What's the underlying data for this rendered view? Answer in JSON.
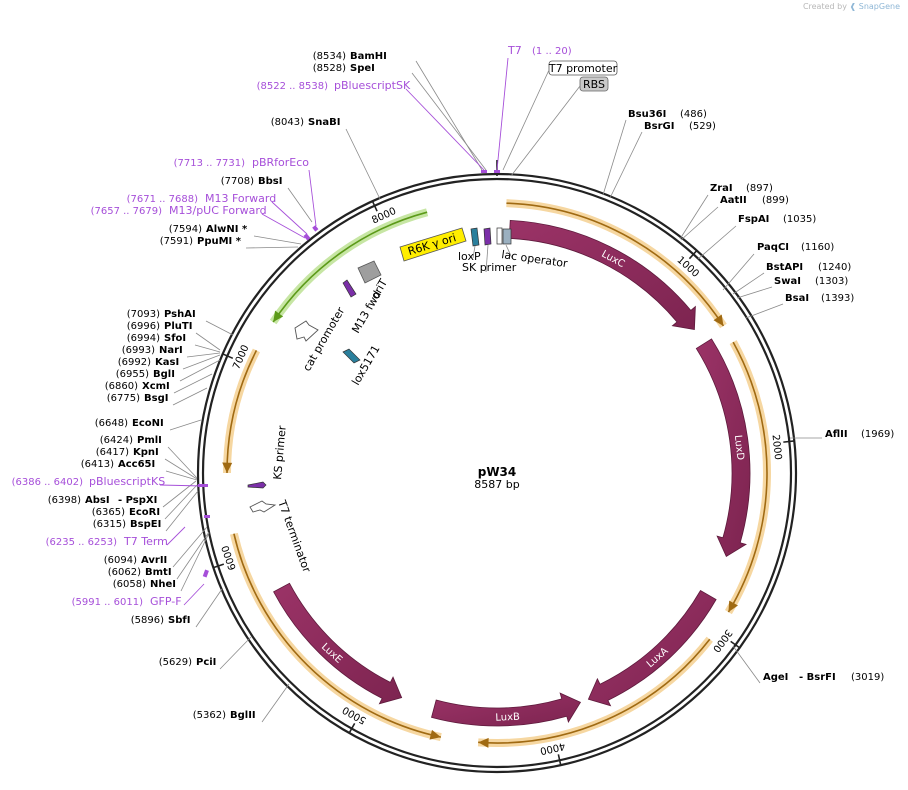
{
  "watermark": {
    "prefix": "Created by",
    "brand": "SnapGene"
  },
  "plasmid": {
    "name": "pW34",
    "size_label": "8587 bp",
    "length_bp": 8587
  },
  "ticks": [
    "1000",
    "2000",
    "3000",
    "4000",
    "5000",
    "6000",
    "7000",
    "8000"
  ],
  "restriction_sites": [
    {
      "num": "(8534)",
      "name": "BamHI"
    },
    {
      "num": "(8528)",
      "name": "SpeI"
    },
    {
      "num": "(8043)",
      "name": "SnaBI"
    },
    {
      "num": "(7708)",
      "name": "BbsI"
    },
    {
      "num": "(7594)",
      "name": "AlwNI *"
    },
    {
      "num": "(7591)",
      "name": "PpuMI *"
    },
    {
      "num": "(7093)",
      "name": "PshAI"
    },
    {
      "num": "(6996)",
      "name": "PluTI"
    },
    {
      "num": "(6994)",
      "name": "SfoI"
    },
    {
      "num": "(6993)",
      "name": "NarI"
    },
    {
      "num": "(6992)",
      "name": "KasI"
    },
    {
      "num": "(6955)",
      "name": "BglI"
    },
    {
      "num": "(6860)",
      "name": "XcmI"
    },
    {
      "num": "(6775)",
      "name": "BsgI"
    },
    {
      "num": "(6648)",
      "name": "EcoNI"
    },
    {
      "num": "(6424)",
      "name": "PmlI"
    },
    {
      "num": "(6417)",
      "name": "KpnI"
    },
    {
      "num": "(6413)",
      "name": "Acc65I"
    },
    {
      "num": "(6398)",
      "name": "AbsI",
      "name2": "- PspXI"
    },
    {
      "num": "(6365)",
      "name": "EcoRI"
    },
    {
      "num": "(6315)",
      "name": "BspEI"
    },
    {
      "num": "(6094)",
      "name": "AvrII"
    },
    {
      "num": "(6062)",
      "name": "BmtI"
    },
    {
      "num": "(6058)",
      "name": "NheI"
    },
    {
      "num": "(5896)",
      "name": "SbfI"
    },
    {
      "num": "(5629)",
      "name": "PciI"
    },
    {
      "num": "(5362)",
      "name": "BglII"
    },
    {
      "name": "Bsu36I",
      "num": "(486)"
    },
    {
      "name": "BsrGI",
      "num": "(529)"
    },
    {
      "name": "ZraI",
      "num": "(897)"
    },
    {
      "name": "AatII",
      "num": "(899)"
    },
    {
      "name": "FspAI",
      "num": "(1035)"
    },
    {
      "name": "PaqCI",
      "num": "(1160)"
    },
    {
      "name": "BstAPI",
      "num": "(1240)"
    },
    {
      "name": "SwaI",
      "num": "(1303)"
    },
    {
      "name": "BsaI",
      "num": "(1393)"
    },
    {
      "name": "AflII",
      "num": "(1969)"
    },
    {
      "name": "AgeI",
      "name2": "- BsrFI",
      "num": "(3019)"
    }
  ],
  "primers": [
    {
      "range": "(8522 .. 8538)",
      "name": "pBluescriptSK"
    },
    {
      "name": "T7",
      "range": "(1 .. 20)"
    },
    {
      "range": "(7713 .. 7731)",
      "name": "pBRforEco"
    },
    {
      "range": "(7671 .. 7688)",
      "name": "M13 Forward"
    },
    {
      "range": "(7657 .. 7679)",
      "name": "M13/pUC Forward"
    },
    {
      "range": "(6386 .. 6402)",
      "name": "pBluescriptKS"
    },
    {
      "range": "(6235 .. 6253)",
      "name": "T7 Term"
    },
    {
      "range": "(5991 .. 6011)",
      "name": "GFP-F"
    }
  ],
  "boxed_labels": {
    "t7_promoter": "T7 promoter",
    "rbs": "RBS"
  },
  "features": {
    "r6k": "R6K γ ori",
    "lox_p": "loxP",
    "sk_primer": "SK primer",
    "lac_operator": "lac operator",
    "ori_t": "oriT",
    "m13_fwd": "M13 fwd",
    "cat_promoter": "cat promoter",
    "lox5171": "lox5171",
    "ks_primer": "KS primer",
    "t7_terminator": "T7 terminator"
  },
  "genes": [
    {
      "name": "LuxC"
    },
    {
      "name": "LuxD"
    },
    {
      "name": "LuxA"
    },
    {
      "name": "LuxB"
    },
    {
      "name": "LuxE"
    }
  ],
  "colors": {
    "gene": "#8e2a5c",
    "orf_fill": "#f5dab0",
    "orf_edge": "#e6a93a",
    "cat_orf": "#6aa820",
    "origin": "#ffee00",
    "primer": "#a64fd9",
    "backbone": "#222222"
  }
}
